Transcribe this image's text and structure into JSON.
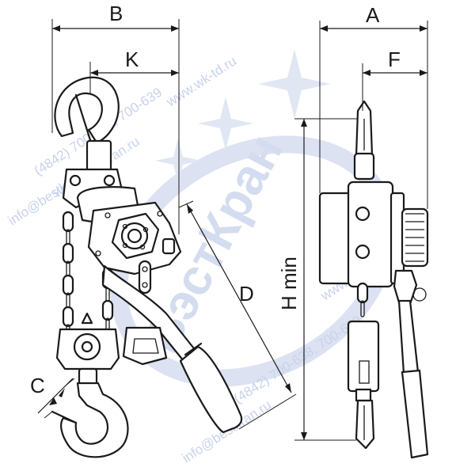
{
  "dimensions": {
    "A": "A",
    "B": "B",
    "C": "C",
    "D": "D",
    "F": "F",
    "K": "K",
    "H": "H min"
  },
  "watermark": {
    "brand": "БэстКран",
    "phone_1": "(4842) 700-638, 700-639",
    "phone_2": "(4842) 700-638, 700-639",
    "site_1": "www.wk-td.ru",
    "site_2": "www.bestkran.ru",
    "email_1": "info@bestkran.ru",
    "email_2": "info@bestkran.ru",
    "color": "#c7d2ea"
  }
}
